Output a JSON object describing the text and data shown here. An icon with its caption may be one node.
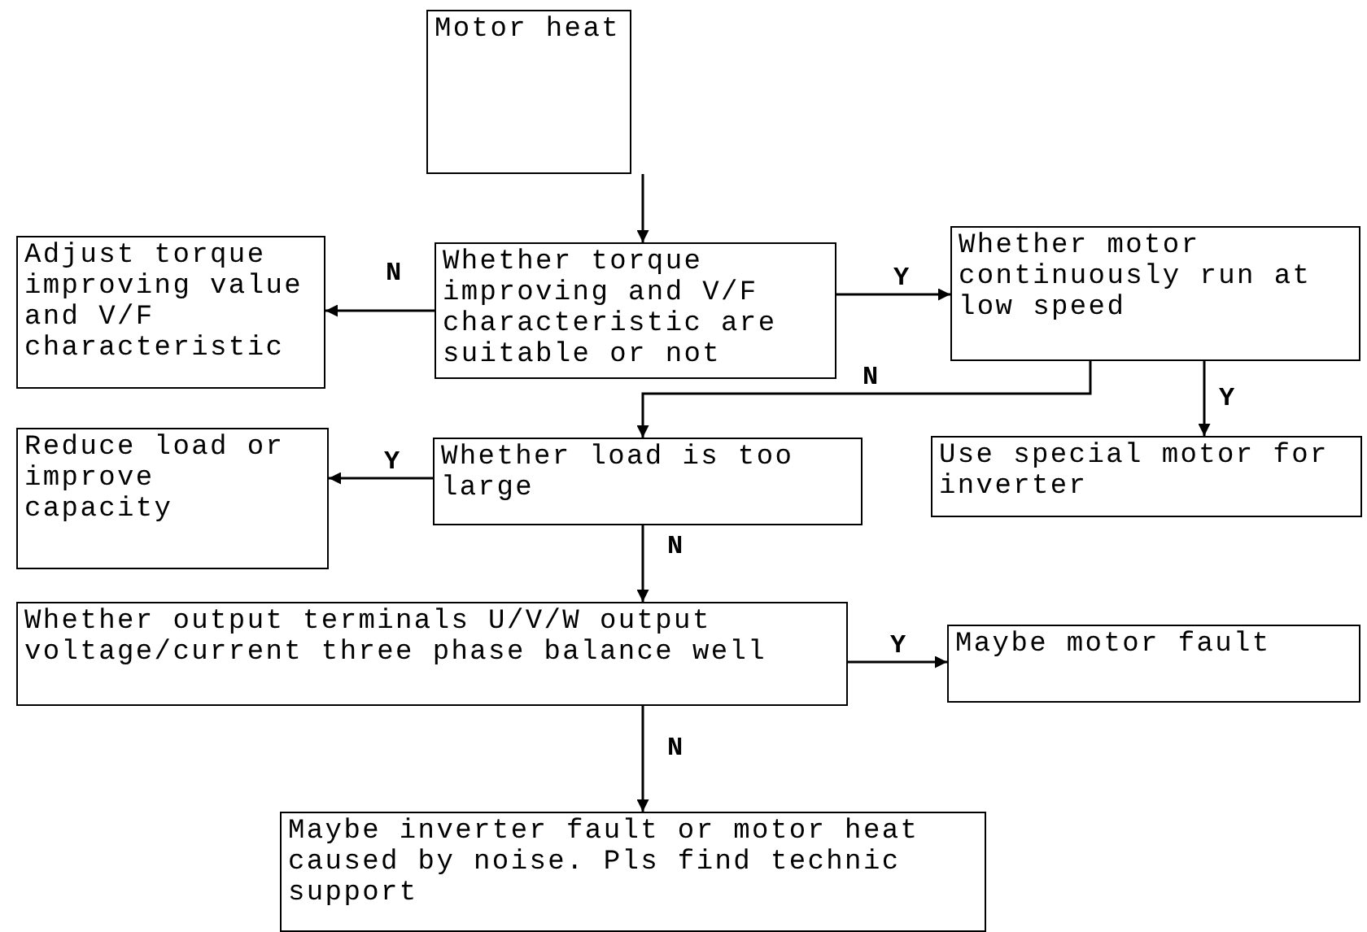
{
  "diagram": {
    "nodes": [
      {
        "text": [
          "Motor heat"
        ]
      },
      {
        "text": [
          "Adjust torque improving value and V/F characteristic"
        ]
      },
      {
        "text": [
          "Whether torque improving and V/F characteristic are suitable or not"
        ]
      },
      {
        "text": [
          "Whether motor continuously run at low speed"
        ]
      },
      {
        "text": [
          "Reduce load or improve capacity"
        ]
      },
      {
        "text": [
          "Whether load is too large"
        ]
      },
      {
        "text": [
          "Use special motor for inverter"
        ]
      },
      {
        "text": [
          "Whether output terminals U/V/W output voltage/current three phase balance well"
        ]
      },
      {
        "text": [
          "Maybe motor fault"
        ]
      },
      {
        "text": [
          "Maybe inverter fault or motor heat caused by noise. Pls find technic support"
        ]
      }
    ],
    "edges": [
      {
        "from": 0,
        "to": 2,
        "arrow": "to"
      },
      {
        "from": 2,
        "to": 1,
        "label": "N",
        "arrow": "to"
      },
      {
        "from": 2,
        "to": 3,
        "label": "Y",
        "arrow": "to"
      },
      {
        "from": 3,
        "to": 5,
        "label": "N",
        "arrow": "to"
      },
      {
        "from": 3,
        "to": 6,
        "label": "Y",
        "arrow": "to"
      },
      {
        "from": 5,
        "to": 4,
        "label": "Y",
        "arrow": "to"
      },
      {
        "from": 5,
        "to": 7,
        "label": "N",
        "arrow": "to"
      },
      {
        "from": 7,
        "to": 8,
        "label": "Y",
        "arrow": "to"
      },
      {
        "from": 7,
        "to": 9,
        "label": "N",
        "arrow": "to"
      }
    ]
  }
}
